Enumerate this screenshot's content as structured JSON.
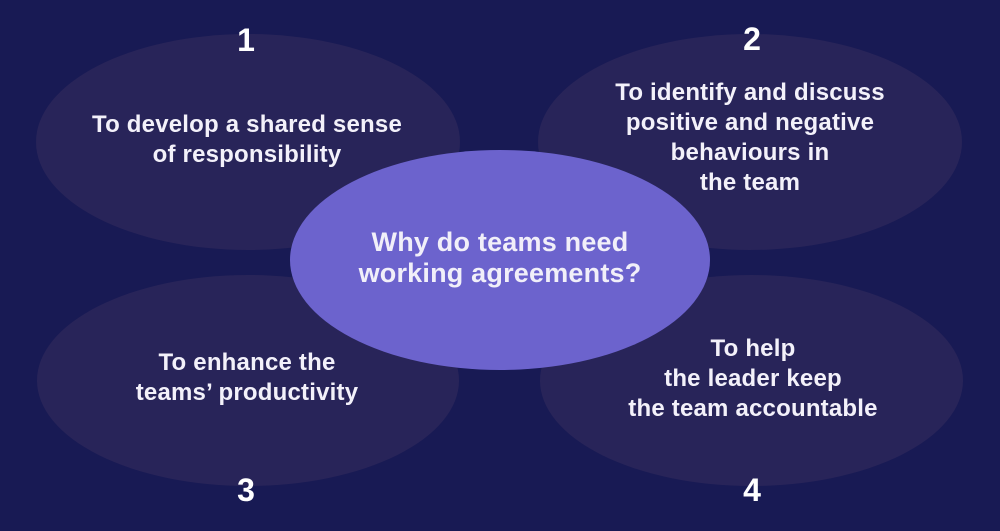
{
  "diagram": {
    "center_bubble": {
      "label": "Why do teams need\nworking agreements?",
      "fill": "#6c63cd"
    },
    "bubbles": [
      {
        "number": "1",
        "position": "top-left",
        "label": "To develop a shared sense\nof responsibility"
      },
      {
        "number": "2",
        "position": "top-right",
        "label": "To identify and discuss\npositive and negative\nbehaviours in\nthe team"
      },
      {
        "number": "3",
        "position": "bottom-left",
        "label": "To enhance the\nteams’ productivity"
      },
      {
        "number": "4",
        "position": "bottom-right",
        "label": "To help\nthe leader keep\nthe team accountable"
      }
    ],
    "colors": {
      "background": "#181a54",
      "bubble_fill": "#282459",
      "center_fill": "#6c63cd",
      "text": "#f3f1fa",
      "number_text": "#ffffff"
    }
  }
}
